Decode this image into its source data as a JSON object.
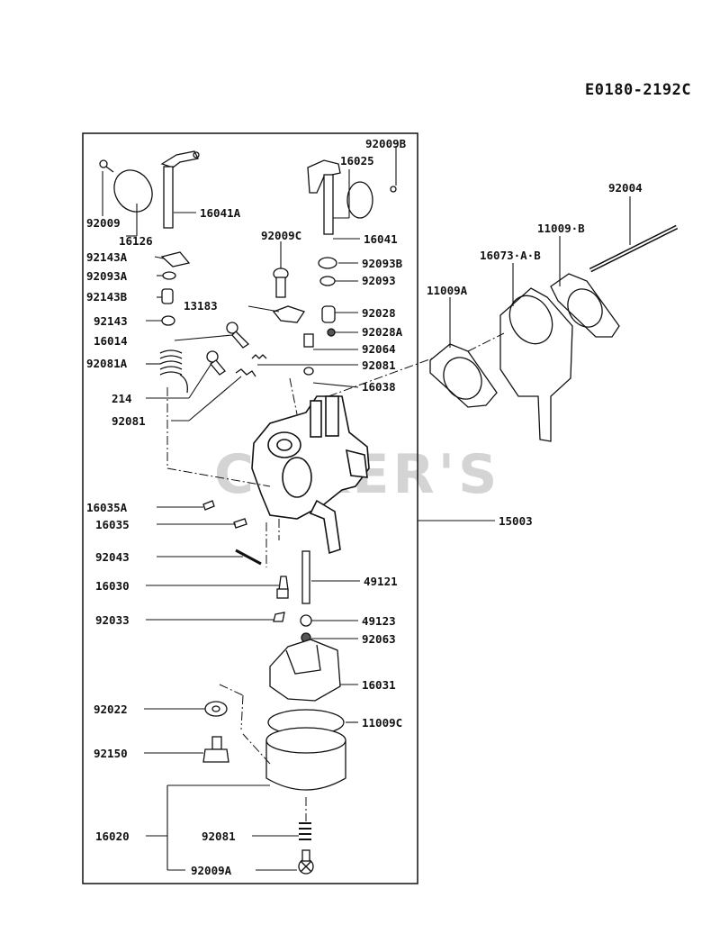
{
  "diagram_code": "E0180-2192C",
  "watermark": "COKER'S",
  "parts": {
    "p92009B": "92009B",
    "p16025": "16025",
    "p16041A": "16041A",
    "p92009": "92009",
    "p16126": "16126",
    "p92009C": "92009C",
    "p16041": "16041",
    "p92143A": "92143A",
    "p92093B": "92093B",
    "p92093A": "92093A",
    "p92093": "92093",
    "p92143B": "92143B",
    "p13183": "13183",
    "p92028": "92028",
    "p92143": "92143",
    "p92028A": "92028A",
    "p16014": "16014",
    "p92064": "92064",
    "p92081A": "92081A",
    "p92081_top": "92081",
    "p16038": "16038",
    "p214": "214",
    "p92081_mid": "92081",
    "p16035A": "16035A",
    "p15003": "15003",
    "p16035": "16035",
    "p92043": "92043",
    "p16030": "16030",
    "p49121": "49121",
    "p92033": "92033",
    "p49123": "49123",
    "p92063": "92063",
    "p16031": "16031",
    "p92022": "92022",
    "p11009C": "11009C",
    "p92150": "92150",
    "p16020": "16020",
    "p92081_bot": "92081",
    "p92009A": "92009A",
    "p92004": "92004",
    "p11009B": "11009·B",
    "p16073AB": "16073·A·B",
    "p11009A": "11009A"
  }
}
